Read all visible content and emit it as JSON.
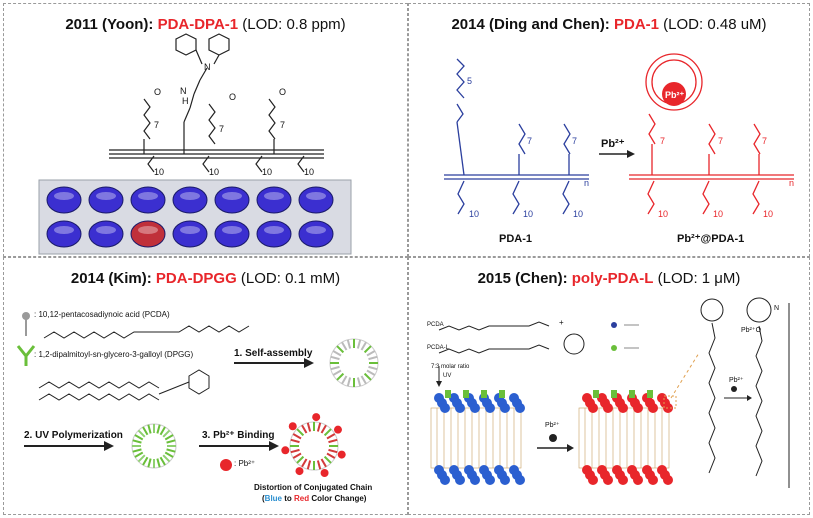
{
  "panels": [
    {
      "year_author": "2011 (Yoon):",
      "name": "PDA-DPA-1",
      "lod": "(LOD: 0.8 ppm)"
    },
    {
      "year_author": "2014 (Ding and Chen):",
      "name": "PDA-1",
      "lod": "(LOD: 0.48 uM)"
    },
    {
      "year_author": "2014 (Kim):",
      "name": "PDA-DPGG",
      "lod": "(LOD: 0.1 mM)"
    },
    {
      "year_author": "2015 (Chen):",
      "name": "poly-PDA-L",
      "lod": "(LOD: 1 μM)"
    }
  ],
  "p1": {
    "n": "N",
    "h": "H",
    "sub7": "7",
    "sub10": "10",
    "o": "O"
  },
  "p2": {
    "reagent": "Pb²⁺",
    "ion": "Pb²⁺",
    "left_label": "PDA-1",
    "right_label": "Pb²⁺@PDA-1",
    "sub5": "5",
    "sub7": "7",
    "sub10": "10",
    "subn": "n"
  },
  "p3": {
    "pcda_label": ": 10,12-pentacosadiynoic acid (PCDA)",
    "dpgg_label": ": 1,2-dipalmitoyl-sn-glycero-3-galloyl (DPGG)",
    "step1": "1. Self-assembly",
    "step2": "2. UV Polymerization",
    "step3": "3. Pb²⁺ Binding",
    "pb_legend": ": Pb²⁺",
    "caption1": "Distortion of Conjugated Chain",
    "caption2_blue": "Blue",
    "caption2_to": " to ",
    "caption2_red": "Red",
    "caption2_end": " Color Change)"
  },
  "p4": {
    "pcda": "PCDA",
    "pcda_l": "PCDA-L",
    "ratio": "7:3 molar ratio",
    "uv": "UV",
    "plus": "+",
    "pb1": "Pb²⁺",
    "pb2": "Pb²⁺",
    "pb3": "Pb²⁺",
    "n": "N",
    "pb_o": "Pb²⁺O"
  },
  "colors": {
    "red": "#e8262b",
    "blue": "#2b3f9e",
    "green": "#6abf3a",
    "well": "#3b2fd0"
  }
}
